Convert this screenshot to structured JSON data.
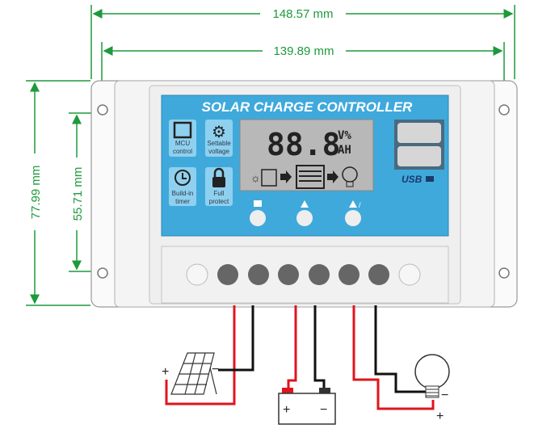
{
  "dimensions": {
    "overall_width": "148.57 mm",
    "hole_spacing_width": "139.89 mm",
    "overall_height": "77.99 mm",
    "hole_spacing_height": "55.71 mm"
  },
  "panel": {
    "title": "SOLAR CHARGE CONTROLLER",
    "features": [
      {
        "icon": "chip-icon",
        "line1": "MCU",
        "line2": "control"
      },
      {
        "icon": "gear-icon",
        "line1": "Settable",
        "line2": "voltage"
      },
      {
        "icon": "clock-icon",
        "line1": "Build-in",
        "line2": "timer"
      },
      {
        "icon": "lock-icon",
        "line1": "Full",
        "line2": "protect"
      }
    ],
    "lcd": {
      "digits": "88.8",
      "unit_top": "V%",
      "unit_bottom": "AH"
    },
    "usb_label": "USB"
  },
  "wiring": {
    "solar_plus": "+",
    "solar_minus": "−",
    "battery_plus": "+",
    "battery_minus": "−",
    "load_plus": "+",
    "load_minus": "−"
  },
  "colors": {
    "dimension": "#1d9a3c",
    "panel_blue": "#3fa9dc",
    "wire_red": "#e0141e",
    "wire_black": "#111111"
  }
}
